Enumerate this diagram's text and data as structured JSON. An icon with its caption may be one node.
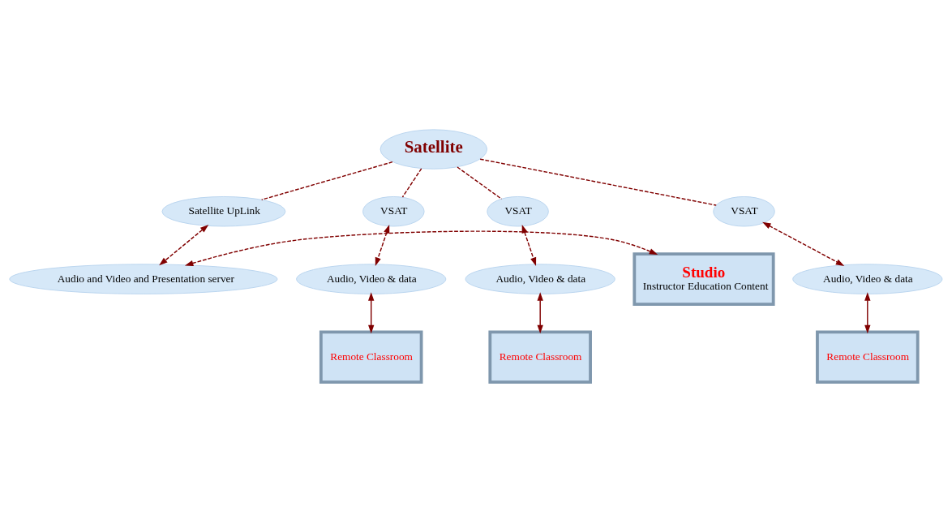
{
  "diagram": {
    "nodes": [
      {
        "text": [
          "Satellite"
        ]
      },
      {
        "text": [
          "Satellite UpLink"
        ]
      },
      {
        "text": [
          "VSAT"
        ]
      },
      {
        "text": [
          "VSAT"
        ]
      },
      {
        "text": [
          "VSAT"
        ]
      },
      {
        "text": [
          "Audio, Video & data"
        ]
      },
      {
        "text": [
          "Audio, Video & data"
        ]
      },
      {
        "text": [
          "Audio, Video & data"
        ]
      },
      {
        "text": [
          "Studio",
          "Instructor Education Content"
        ]
      },
      {
        "text": [
          "Audio and Video and Presentation server"
        ]
      },
      {
        "text": [
          "Remote Classroom"
        ]
      },
      {
        "text": [
          "Remote Classroom"
        ]
      },
      {
        "text": [
          "Remote Classroom"
        ]
      }
    ],
    "edges": [
      {
        "from": 0,
        "to": 1,
        "arrow": "none",
        "style": "dashed"
      },
      {
        "from": 0,
        "to": 2,
        "arrow": "none",
        "style": "dashed"
      },
      {
        "from": 0,
        "to": 3,
        "arrow": "none",
        "style": "dashed"
      },
      {
        "from": 0,
        "to": 4,
        "arrow": "none",
        "style": "dashed"
      },
      {
        "from": 2,
        "to": 5,
        "arrow": "both",
        "style": "dashed"
      },
      {
        "from": 3,
        "to": 6,
        "arrow": "both",
        "style": "dashed"
      },
      {
        "from": 4,
        "to": 7,
        "arrow": "both",
        "style": "dashed"
      },
      {
        "from": 5,
        "to": 10,
        "arrow": "both"
      },
      {
        "from": 6,
        "to": 11,
        "arrow": "both"
      },
      {
        "from": 7,
        "to": 12,
        "arrow": "both"
      },
      {
        "from": 1,
        "to": 9,
        "arrow": "both",
        "style": "dashed"
      },
      {
        "from": 8,
        "to": 9,
        "arrow": "both",
        "style": "dashed"
      }
    ]
  }
}
